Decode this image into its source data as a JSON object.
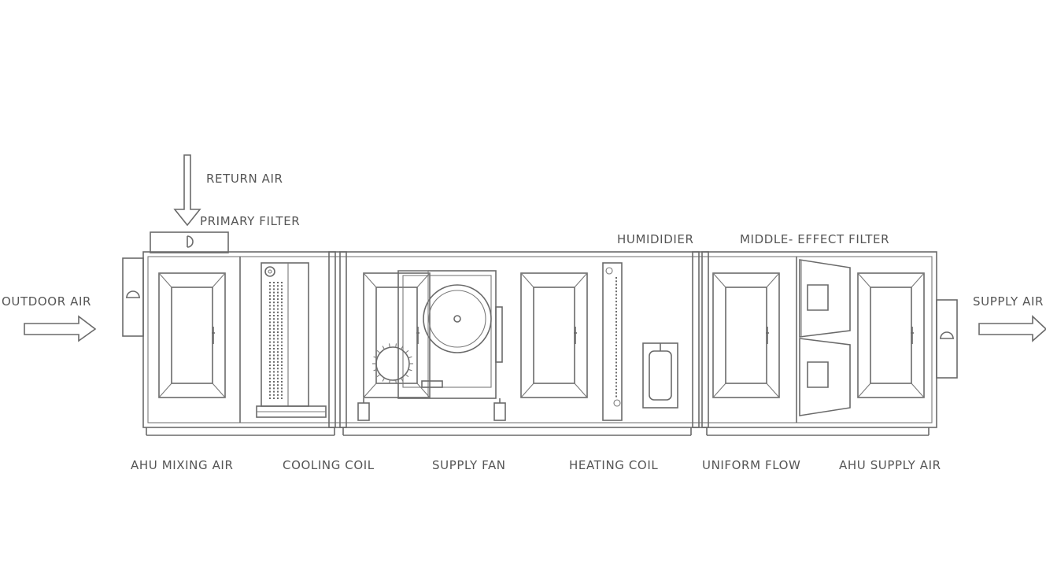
{
  "labels": {
    "return_air": "RETURN AIR",
    "primary_filter": "PRIMARY FILTER",
    "outdoor_air": "OUTDOOR AIR",
    "humidifier": "HUMIDIDIER",
    "middle_effect_filter": "MIDDLE- EFFECT FILTER",
    "supply_air": "SUPPLY AIR"
  },
  "sections": [
    {
      "label": "AHU MIXING AIR"
    },
    {
      "label": "COOLING COIL"
    },
    {
      "label": "SUPPLY FAN"
    },
    {
      "label": "HEATING COIL"
    },
    {
      "label": "UNIFORM FLOW"
    },
    {
      "label": "AHU SUPPLY AIR"
    }
  ],
  "colors": {
    "line": "#6a6a6a",
    "text": "#555555",
    "background": "#ffffff"
  }
}
